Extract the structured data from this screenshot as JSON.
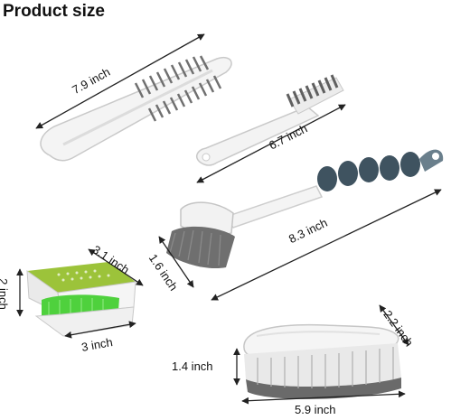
{
  "title": "Product size",
  "dims": {
    "u_brush_length": "7.9 inch",
    "small_brush_length": "6.7 inch",
    "dish_brush_length": "8.3 inch",
    "dish_brush_head": "1.6 inch",
    "knife_brush_depth": "3.1 inch",
    "knife_brush_height": "2 inch",
    "knife_brush_width": "3 inch",
    "scrub_brush_depth": "2.2 inch",
    "scrub_brush_height": "1.4 inch",
    "scrub_brush_length": "5.9 inch"
  },
  "colors": {
    "handle_white": "#f4f4f4",
    "bristle_gray": "#6f6f6f",
    "slate_blue": "#3f5360",
    "green": "#9cc33a",
    "bright_green": "#4fd13d"
  }
}
